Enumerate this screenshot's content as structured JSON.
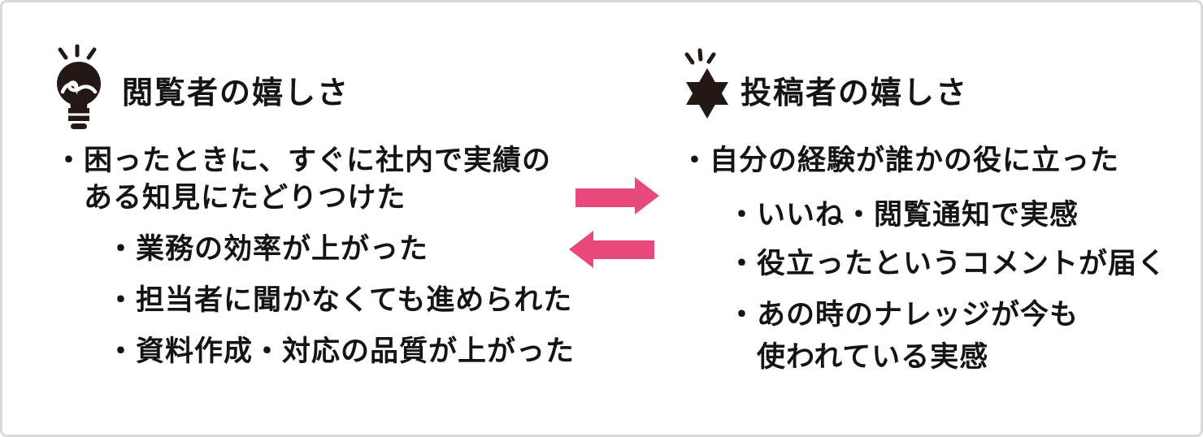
{
  "card": {
    "background": "#ffffff",
    "border_color": "#d9d9d9"
  },
  "colors": {
    "arrow_pink": "#e8497d",
    "icon_dark": "#231815",
    "text": "#141414"
  },
  "bullet_char": "・",
  "left_section": {
    "icon": "lightbulb-eye-icon",
    "title": "閲覧者の嬉しさ",
    "items": [
      {
        "level": 1,
        "text": "困ったときに、すぐに社内で実績の\nある知見にたどりつけた"
      },
      {
        "level": 2,
        "text": "業務の効率が上がった"
      },
      {
        "level": 2,
        "text": "担当者に聞かなくても進められた"
      },
      {
        "level": 2,
        "text": "資料作成・対応の品質が上がった"
      }
    ]
  },
  "right_section": {
    "icon": "sparkle-star-icon",
    "title": "投稿者の嬉しさ",
    "items": [
      {
        "level": 1,
        "text": "自分の経験が誰かの役に立った"
      },
      {
        "level": 2,
        "text": "いいね・閲覧通知で実感"
      },
      {
        "level": 2,
        "text": "役立ったというコメントが届く"
      },
      {
        "level": 2,
        "text": "あの時のナレッジが今も\n使われている実感"
      }
    ]
  },
  "arrows": {
    "to_right": "viewer-to-poster-arrow",
    "to_left": "poster-to-viewer-arrow"
  }
}
